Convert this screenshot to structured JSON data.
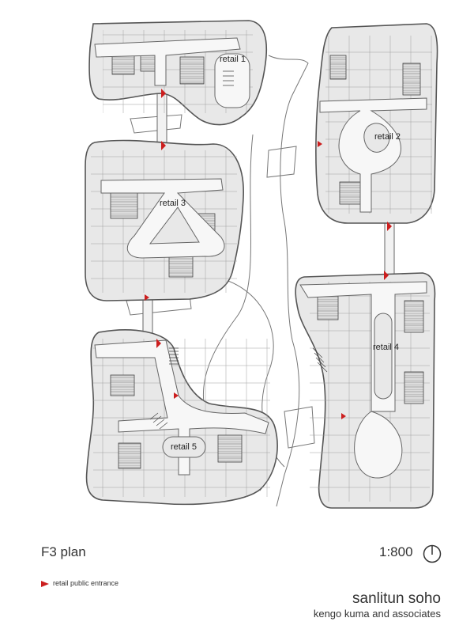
{
  "plan": {
    "retail_labels": [
      "retail 1",
      "retail 2",
      "retail 3",
      "retail 4",
      "retail 5"
    ]
  },
  "caption": {
    "plan_title": "F3 plan",
    "scale": "1:800",
    "north_icon": "north-arrow-icon"
  },
  "legend": {
    "entrance_label": "retail public entrance",
    "entrance_color": "#cc1f1f",
    "entrance_icon": "entrance-arrow-icon"
  },
  "project": {
    "title": "sanlitun soho",
    "architect": "kengo kuma and associates"
  },
  "colors": {
    "building_fill": "#e8e8e8",
    "circulation_fill": "#f7f7f7",
    "line": "#555555"
  }
}
